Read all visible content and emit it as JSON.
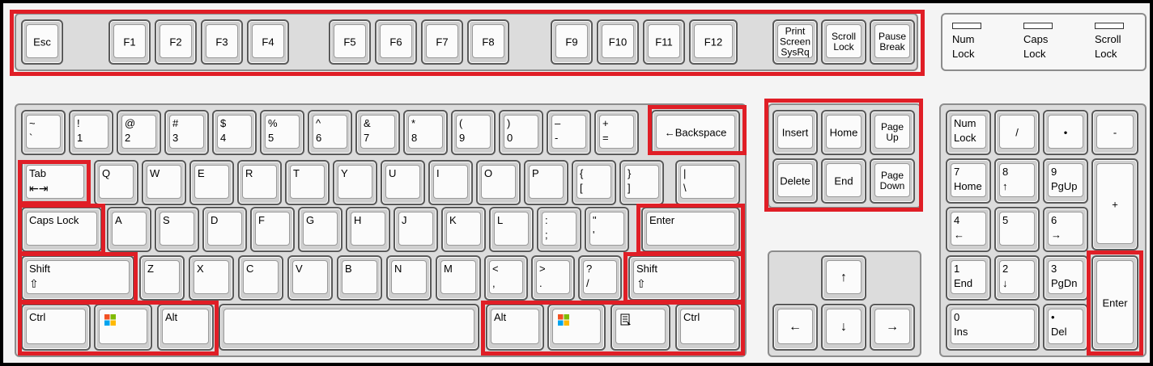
{
  "keyboard": {
    "function_row": [
      "Esc",
      "F1",
      "F2",
      "F3",
      "F4",
      "F5",
      "F6",
      "F7",
      "F8",
      "F9",
      "F10",
      "F11",
      "F12"
    ],
    "system_keys": {
      "print_screen": [
        "Print",
        "Screen",
        "SysRq"
      ],
      "scroll_lock": [
        "Scroll",
        "Lock"
      ],
      "pause_break": [
        "Pause",
        "Break"
      ]
    },
    "indicators": {
      "num_lock": [
        "Num",
        "Lock"
      ],
      "caps_lock": [
        "Caps",
        "Lock"
      ],
      "scroll_lock": [
        "Scroll",
        "Lock"
      ]
    },
    "number_row": [
      {
        "top": "~",
        "bottom": "`"
      },
      {
        "top": "!",
        "bottom": "1"
      },
      {
        "top": "@",
        "bottom": "2"
      },
      {
        "top": "#",
        "bottom": "3"
      },
      {
        "top": "$",
        "bottom": "4"
      },
      {
        "top": "%",
        "bottom": "5"
      },
      {
        "top": "^",
        "bottom": "6"
      },
      {
        "top": "&",
        "bottom": "7"
      },
      {
        "top": "*",
        "bottom": "8"
      },
      {
        "top": "(",
        "bottom": "9"
      },
      {
        "top": ")",
        "bottom": "0"
      },
      {
        "top": "–",
        "bottom": "-"
      },
      {
        "top": "+",
        "bottom": "="
      }
    ],
    "backspace": "←Backspace",
    "tab_label": "Tab",
    "top_letters": [
      "Q",
      "W",
      "E",
      "R",
      "T",
      "Y",
      "U",
      "I",
      "O",
      "P"
    ],
    "top_symbols": [
      {
        "top": "{",
        "bottom": "["
      },
      {
        "top": "}",
        "bottom": "]"
      },
      {
        "top": "|",
        "bottom": "\\"
      }
    ],
    "caps_lock_label": "Caps Lock",
    "home_letters": [
      "A",
      "S",
      "D",
      "F",
      "G",
      "H",
      "J",
      "K",
      "L"
    ],
    "home_symbols": [
      {
        "top": ":",
        "bottom": ";"
      },
      {
        "top": "\"",
        "bottom": "'"
      }
    ],
    "enter_label": "Enter",
    "shift_label": "Shift",
    "bottom_letters": [
      "Z",
      "X",
      "C",
      "V",
      "B",
      "N",
      "M"
    ],
    "bottom_symbols": [
      {
        "top": "<",
        "bottom": ","
      },
      {
        "top": ">",
        "bottom": "."
      },
      {
        "top": "?",
        "bottom": "/"
      }
    ],
    "ctrl_label": "Ctrl",
    "alt_label": "Alt",
    "navigation": {
      "insert": "Insert",
      "home": "Home",
      "page_up": [
        "Page",
        "Up"
      ],
      "delete": "Delete",
      "end": "End",
      "page_down": [
        "Page",
        "Down"
      ]
    },
    "numpad": {
      "num_lock": [
        "Num",
        "Lock"
      ],
      "divide": "/",
      "multiply": "•",
      "minus": "-",
      "plus": "+",
      "k7": [
        "7",
        "Home"
      ],
      "k8": [
        "8",
        "↑"
      ],
      "k9": [
        "9",
        "PgUp"
      ],
      "k4": [
        "4",
        "←"
      ],
      "k5": "5",
      "k6": [
        "6",
        "→"
      ],
      "k1": [
        "1",
        "End"
      ],
      "k2": [
        "2",
        "↓"
      ],
      "k3": [
        "3",
        "PgDn"
      ],
      "k0": [
        "0",
        "Ins"
      ],
      "dot": [
        "•",
        "Del"
      ],
      "enter": "Enter"
    }
  },
  "colors": {
    "highlight": "#e01e26",
    "key_face": "#fbfbfb",
    "key_body": "#cfcfcf"
  }
}
